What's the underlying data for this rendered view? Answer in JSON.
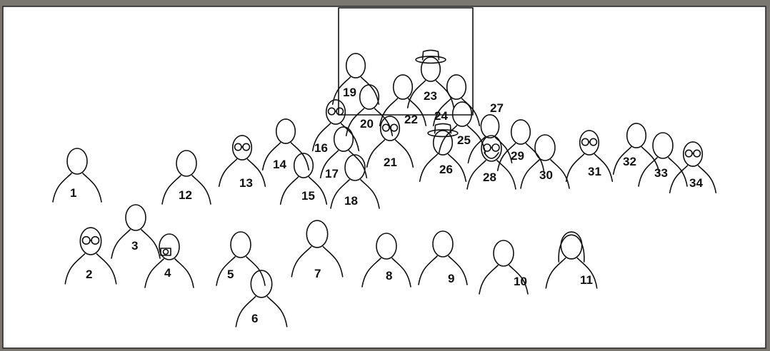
{
  "figure": {
    "people": [
      {
        "label": "1",
        "features": []
      },
      {
        "label": "2",
        "features": [
          "glasses"
        ]
      },
      {
        "label": "3",
        "features": []
      },
      {
        "label": "4",
        "features": [
          "camera"
        ]
      },
      {
        "label": "5",
        "features": []
      },
      {
        "label": "6",
        "features": []
      },
      {
        "label": "7",
        "features": []
      },
      {
        "label": "8",
        "features": []
      },
      {
        "label": "9",
        "features": []
      },
      {
        "label": "10",
        "features": []
      },
      {
        "label": "11",
        "features": [
          "long-hair"
        ]
      },
      {
        "label": "12",
        "features": []
      },
      {
        "label": "13",
        "features": [
          "glasses"
        ]
      },
      {
        "label": "14",
        "features": []
      },
      {
        "label": "15",
        "features": []
      },
      {
        "label": "16",
        "features": [
          "glasses"
        ]
      },
      {
        "label": "17",
        "features": []
      },
      {
        "label": "18",
        "features": []
      },
      {
        "label": "19",
        "features": []
      },
      {
        "label": "20",
        "features": []
      },
      {
        "label": "21",
        "features": [
          "glasses"
        ]
      },
      {
        "label": "22",
        "features": []
      },
      {
        "label": "23",
        "features": [
          "hat"
        ]
      },
      {
        "label": "24",
        "features": []
      },
      {
        "label": "25",
        "features": []
      },
      {
        "label": "26",
        "features": [
          "hat"
        ]
      },
      {
        "label": "27",
        "features": []
      },
      {
        "label": "28",
        "features": [
          "glasses",
          "beard"
        ]
      },
      {
        "label": "29",
        "features": []
      },
      {
        "label": "30",
        "features": []
      },
      {
        "label": "31",
        "features": [
          "glasses"
        ]
      },
      {
        "label": "32",
        "features": []
      },
      {
        "label": "33",
        "features": []
      },
      {
        "label": "34",
        "features": [
          "glasses"
        ]
      }
    ],
    "colors": {
      "paper": "#ffffff",
      "ink": "#111111",
      "edge": "#7a7670"
    }
  }
}
